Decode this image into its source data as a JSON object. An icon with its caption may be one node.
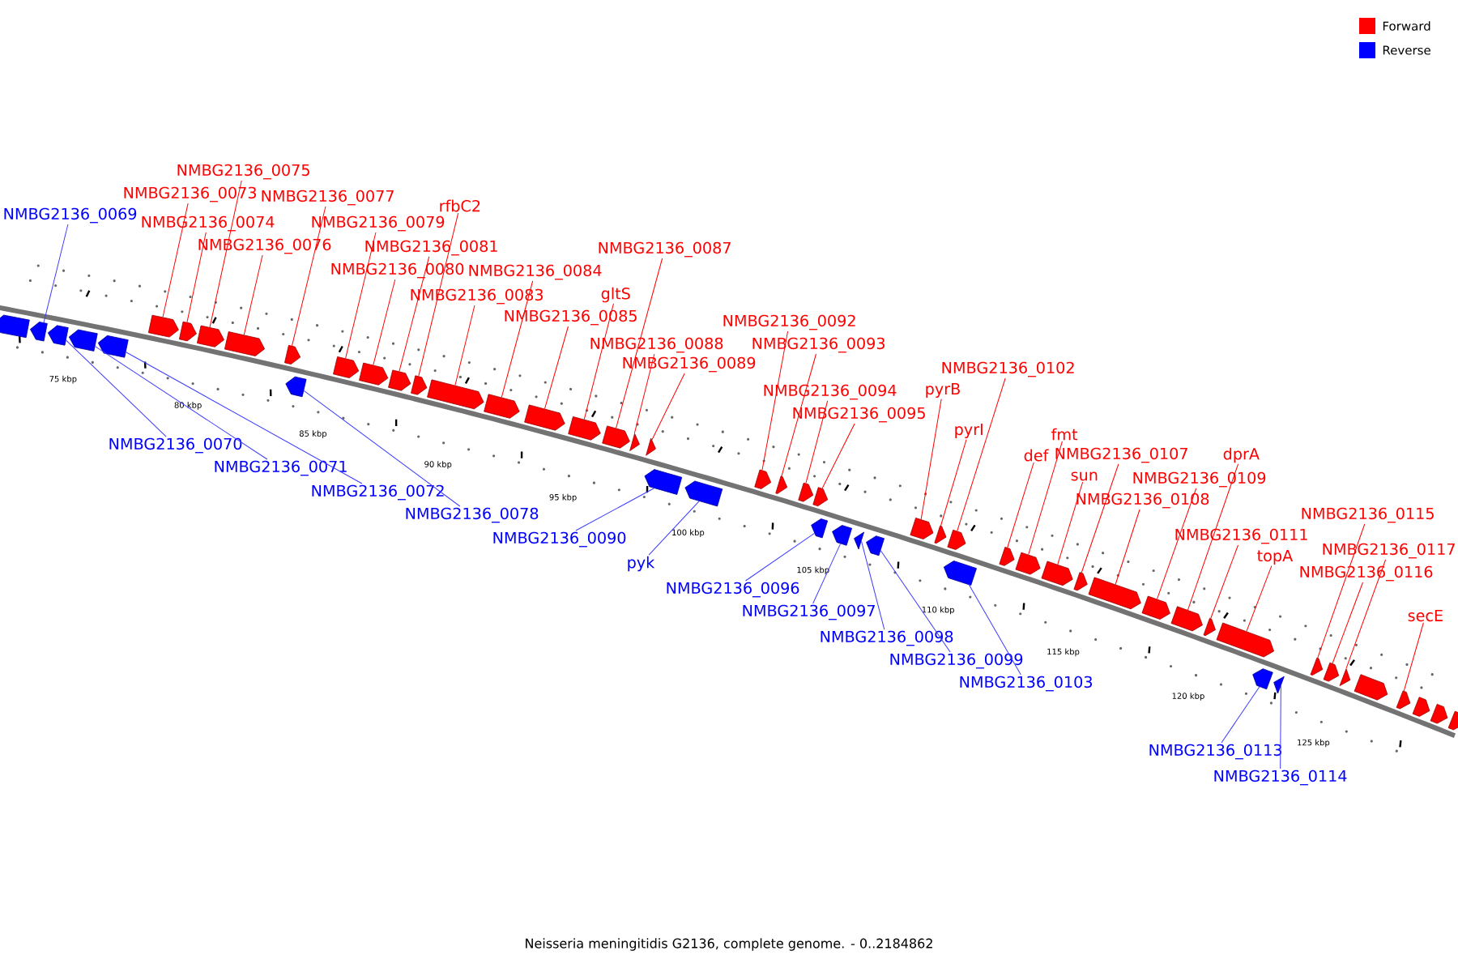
{
  "diagram": {
    "caption": "Neisseria meningitidis G2136, complete genome. - 0..2184862",
    "nodes": [
      {
        "text": [
          "NMBG2136_0069"
        ]
      },
      {
        "text": [
          "NMBG2136_0075"
        ]
      },
      {
        "text": [
          "NMBG2136_0073"
        ]
      },
      {
        "text": [
          "NMBG2136_0077"
        ]
      },
      {
        "text": [
          "rfbC2"
        ]
      },
      {
        "text": [
          "NMBG2136_0074"
        ]
      },
      {
        "text": [
          "NMBG2136_0079"
        ]
      },
      {
        "text": [
          "NMBG2136_0076"
        ]
      },
      {
        "text": [
          "NMBG2136_0081"
        ]
      },
      {
        "text": [
          "NMBG2136_0087"
        ]
      },
      {
        "text": [
          "NMBG2136_0080"
        ]
      },
      {
        "text": [
          "NMBG2136_0084"
        ]
      },
      {
        "text": [
          "gltS"
        ]
      },
      {
        "text": [
          "NMBG2136_0083"
        ]
      },
      {
        "text": [
          "NMBG2136_0085"
        ]
      },
      {
        "text": [
          "NMBG2136_0092"
        ]
      },
      {
        "text": [
          "NMBG2136_0088"
        ]
      },
      {
        "text": [
          "NMBG2136_0093"
        ]
      },
      {
        "text": [
          "NMBG2136_0089"
        ]
      },
      {
        "text": [
          "NMBG2136_0102"
        ]
      },
      {
        "text": [
          "pyrB"
        ]
      },
      {
        "text": [
          "NMBG2136_0094"
        ]
      },
      {
        "text": [
          "NMBG2136_0095"
        ]
      },
      {
        "text": [
          "pyrI"
        ]
      },
      {
        "text": [
          "fmt"
        ]
      },
      {
        "text": [
          "def"
        ]
      },
      {
        "text": [
          "NMBG2136_0107"
        ]
      },
      {
        "text": [
          "dprA"
        ]
      },
      {
        "text": [
          "sun"
        ]
      },
      {
        "text": [
          "NMBG2136_0109"
        ]
      },
      {
        "text": [
          "NMBG2136_0108"
        ]
      },
      {
        "text": [
          "NMBG2136_0115"
        ]
      },
      {
        "text": [
          "NMBG2136_0111"
        ]
      },
      {
        "text": [
          "NMBG2136_0117"
        ]
      },
      {
        "text": [
          "topA"
        ]
      },
      {
        "text": [
          "NMBG2136_0116"
        ]
      },
      {
        "text": [
          "secE"
        ]
      },
      {
        "text": [
          "NMBG2136_0070"
        ]
      },
      {
        "text": [
          "NMBG2136_0071"
        ]
      },
      {
        "text": [
          "NMBG2136_0072"
        ]
      },
      {
        "text": [
          "NMBG2136_0078"
        ]
      },
      {
        "text": [
          "NMBG2136_0090"
        ]
      },
      {
        "text": [
          "pyk"
        ]
      },
      {
        "text": [
          "NMBG2136_0096"
        ]
      },
      {
        "text": [
          "NMBG2136_0097"
        ]
      },
      {
        "text": [
          "NMBG2136_0098"
        ]
      },
      {
        "text": [
          "NMBG2136_0099"
        ]
      },
      {
        "text": [
          "NMBG2136_0103"
        ]
      },
      {
        "text": [
          "NMBG2136_0113"
        ]
      },
      {
        "text": [
          "NMBG2136_0114"
        ]
      },
      {
        "text": [],
        "shape": "arrow"
      },
      {
        "text": [],
        "shape": "arrow"
      },
      {
        "text": [],
        "shape": "arrow"
      },
      {
        "text": [],
        "shape": "arrow"
      },
      {
        "text": [],
        "shape": "arrow"
      },
      {
        "text": [],
        "shape": "arrow"
      },
      {
        "text": [],
        "shape": "arrow"
      },
      {
        "text": [],
        "shape": "arrow"
      },
      {
        "text": [],
        "shape": "arrow"
      },
      {
        "text": [],
        "shape": "arrow"
      },
      {
        "text": [],
        "shape": "arrow"
      },
      {
        "text": [],
        "shape": "arrow"
      },
      {
        "text": [],
        "shape": "arrow"
      },
      {
        "text": [],
        "shape": "arrow"
      },
      {
        "text": [],
        "shape": "arrow"
      },
      {
        "text": [],
        "shape": "arrow"
      },
      {
        "text": [],
        "shape": "arrow"
      },
      {
        "text": [],
        "shape": "arrow"
      },
      {
        "text": [],
        "shape": "arrow"
      },
      {
        "text": [],
        "shape": "arrow"
      },
      {
        "text": [],
        "shape": "arrow"
      },
      {
        "text": [],
        "shape": "arrow"
      },
      {
        "text": [],
        "shape": "arrow"
      },
      {
        "text": [],
        "shape": "arrow"
      },
      {
        "text": [],
        "shape": "arrow"
      },
      {
        "text": [],
        "shape": "arrow"
      },
      {
        "text": [],
        "shape": "arrow"
      },
      {
        "text": [],
        "shape": "arrow"
      },
      {
        "text": [],
        "shape": "arrow"
      },
      {
        "text": [],
        "shape": "arrow"
      },
      {
        "text": [],
        "shape": "arrow"
      },
      {
        "text": [],
        "shape": "arrow"
      },
      {
        "text": [],
        "shape": "arrow"
      },
      {
        "text": [],
        "shape": "arrow"
      },
      {
        "text": [],
        "shape": "arrow"
      },
      {
        "text": [],
        "shape": "arrow"
      },
      {
        "text": [],
        "shape": "arrow"
      },
      {
        "text": [],
        "shape": "arrow"
      },
      {
        "text": [],
        "shape": "arrow"
      },
      {
        "text": [],
        "shape": "arrow"
      },
      {
        "text": [],
        "shape": "arrow"
      },
      {
        "text": [],
        "shape": "arrow"
      },
      {
        "text": [],
        "shape": "arrow"
      },
      {
        "text": [],
        "shape": "arrow"
      },
      {
        "text": [],
        "shape": "arrow"
      },
      {
        "text": [],
        "shape": "arrow"
      },
      {
        "text": [],
        "shape": "arrow"
      },
      {
        "text": [],
        "shape": "arrow"
      },
      {
        "text": [],
        "shape": "arrow"
      },
      {
        "text": [],
        "shape": "arrow"
      },
      {
        "text": [],
        "shape": "arrow"
      },
      {
        "text": [],
        "shape": "arrow"
      },
      {
        "text": [],
        "shape": "arrow"
      },
      {
        "text": [],
        "shape": "arrow"
      },
      {
        "text": [],
        "shape": "arrow"
      }
    ],
    "edges": [
      {
        "from": 0,
        "to": 51,
        "arrow": "none",
        "color": "#3c3cff"
      },
      {
        "from": 37,
        "to": 52,
        "arrow": "none",
        "color": "#3c3cff"
      },
      {
        "from": 38,
        "to": 53,
        "arrow": "none",
        "color": "#3c3cff"
      },
      {
        "from": 39,
        "to": 54,
        "arrow": "none",
        "color": "#3c3cff"
      },
      {
        "from": 2,
        "to": 55,
        "arrow": "none"
      },
      {
        "from": 5,
        "to": 56,
        "arrow": "none"
      },
      {
        "from": 1,
        "to": 57,
        "arrow": "none"
      },
      {
        "from": 7,
        "to": 58,
        "arrow": "none"
      },
      {
        "from": 3,
        "to": 59,
        "arrow": "none"
      },
      {
        "from": 40,
        "to": 60,
        "arrow": "none",
        "color": "#3c3cff"
      },
      {
        "from": 6,
        "to": 61,
        "arrow": "none"
      },
      {
        "from": 10,
        "to": 62,
        "arrow": "none"
      },
      {
        "from": 8,
        "to": 63,
        "arrow": "none"
      },
      {
        "from": 4,
        "to": 64,
        "arrow": "none"
      },
      {
        "from": 13,
        "to": 65,
        "arrow": "none"
      },
      {
        "from": 11,
        "to": 66,
        "arrow": "none"
      },
      {
        "from": 14,
        "to": 67,
        "arrow": "none"
      },
      {
        "from": 12,
        "to": 68,
        "arrow": "none"
      },
      {
        "from": 9,
        "to": 69,
        "arrow": "none"
      },
      {
        "from": 16,
        "to": 70,
        "arrow": "none"
      },
      {
        "from": 18,
        "to": 71,
        "arrow": "none"
      },
      {
        "from": 41,
        "to": 72,
        "arrow": "none",
        "color": "#3c3cff"
      },
      {
        "from": 42,
        "to": 73,
        "arrow": "none",
        "color": "#3c3cff"
      },
      {
        "from": 15,
        "to": 74,
        "arrow": "none"
      },
      {
        "from": 17,
        "to": 75,
        "arrow": "none"
      },
      {
        "from": 21,
        "to": 76,
        "arrow": "none"
      },
      {
        "from": 22,
        "to": 77,
        "arrow": "none"
      },
      {
        "from": 43,
        "to": 78,
        "arrow": "none",
        "color": "#3c3cff"
      },
      {
        "from": 44,
        "to": 79,
        "arrow": "none",
        "color": "#3c3cff"
      },
      {
        "from": 45,
        "to": 80,
        "arrow": "none",
        "color": "#3c3cff"
      },
      {
        "from": 46,
        "to": 81,
        "arrow": "none",
        "color": "#3c3cff"
      },
      {
        "from": 20,
        "to": 82,
        "arrow": "none"
      },
      {
        "from": 23,
        "to": 83,
        "arrow": "none"
      },
      {
        "from": 19,
        "to": 84,
        "arrow": "none"
      },
      {
        "from": 47,
        "to": 85,
        "arrow": "none",
        "color": "#3c3cff"
      },
      {
        "from": 25,
        "to": 86,
        "arrow": "none"
      },
      {
        "from": 24,
        "to": 87,
        "arrow": "none"
      },
      {
        "from": 28,
        "to": 88,
        "arrow": "none"
      },
      {
        "from": 26,
        "to": 89,
        "arrow": "none"
      },
      {
        "from": 30,
        "to": 90,
        "arrow": "none"
      },
      {
        "from": 29,
        "to": 91,
        "arrow": "none"
      },
      {
        "from": 27,
        "to": 92,
        "arrow": "none"
      },
      {
        "from": 32,
        "to": 93,
        "arrow": "none"
      },
      {
        "from": 34,
        "to": 94,
        "arrow": "none"
      },
      {
        "from": 48,
        "to": 95,
        "arrow": "none",
        "color": "#3c3cff"
      },
      {
        "from": 49,
        "to": 96,
        "arrow": "none",
        "color": "#3c3cff"
      },
      {
        "from": 31,
        "to": 97,
        "arrow": "none"
      },
      {
        "from": 35,
        "to": 98,
        "arrow": "none"
      },
      {
        "from": 33,
        "to": 99,
        "arrow": "none"
      },
      {
        "from": 36,
        "to": 101,
        "arrow": "none"
      }
    ],
    "labels": [
      "75 kbp",
      "80 kbp",
      "85 kbp",
      "90 kbp",
      "95 kbp",
      "100 kbp",
      "105 kbp",
      "110 kbp",
      "115 kbp",
      "120 kbp",
      "125 kbp"
    ],
    "legend": [
      {
        "text": "Forward",
        "color": "#ff0000"
      },
      {
        "text": "Reverse",
        "color": "#0000ff"
      }
    ]
  }
}
